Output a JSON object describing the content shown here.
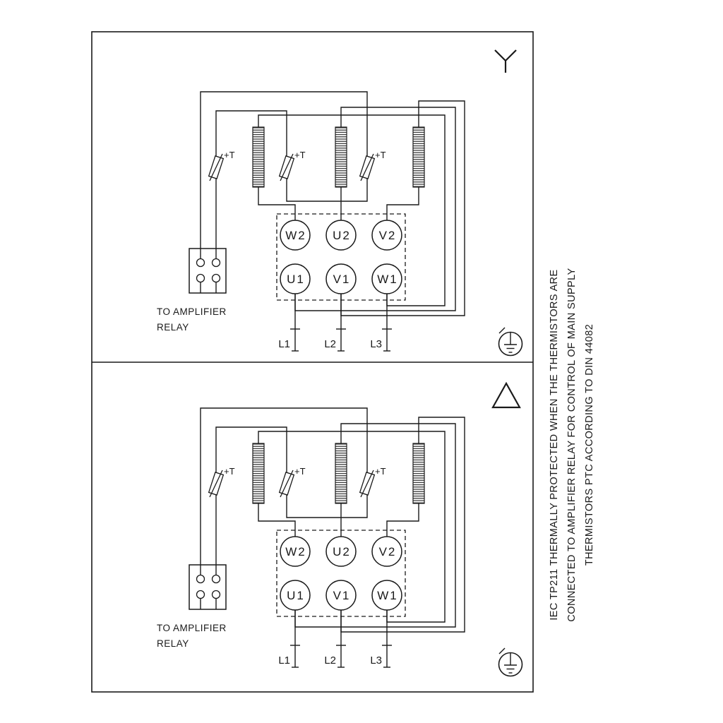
{
  "labels": {
    "thermistor": "+T",
    "relay_caption_line1": "TO AMPLIFIER",
    "relay_caption_line2": "RELAY"
  },
  "terminals": {
    "w2": "W2",
    "u2": "U2",
    "v2": "V2",
    "u1": "U1",
    "v1": "V1",
    "w1": "W1"
  },
  "supply": {
    "l1": "L1",
    "l2": "L2",
    "l3": "L3"
  },
  "side_note": {
    "line1": "IEC TP211 THERMALLY PROTECTED WHEN THE THERMISTORS ARE",
    "line2": "CONNECTED TO AMPLIFIER RELAY FOR CONTROL OF MAIN SUPPLY",
    "line3": "THERMISTORS PTC ACCORDING TO DIN 44082"
  },
  "icons": {
    "star": "star-connection",
    "delta": "delta-connection",
    "ground": "protective-earth"
  },
  "colors": {
    "line": "#1a1a1a",
    "background": "#ffffff"
  }
}
